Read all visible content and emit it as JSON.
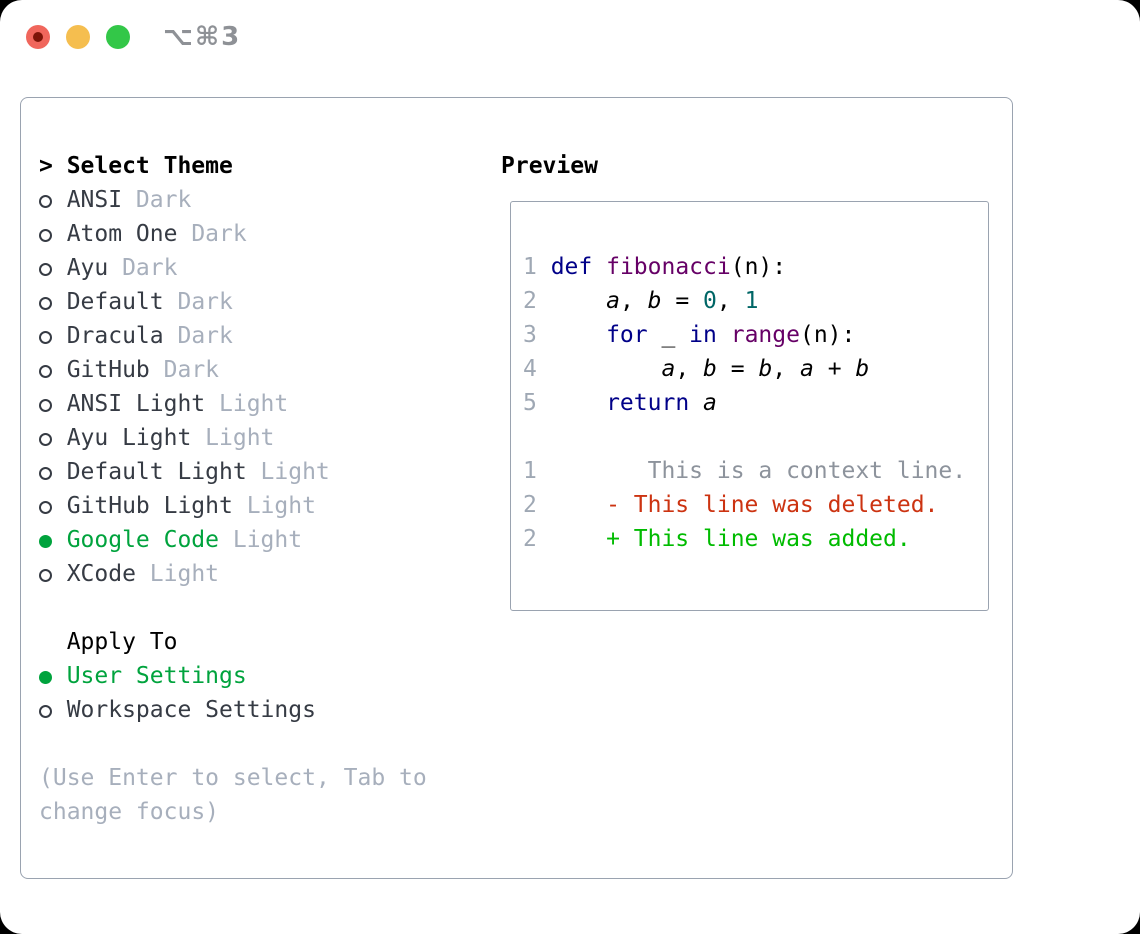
{
  "window": {
    "title": "⌥⌘3"
  },
  "colors": {
    "traffic_red": "#F0665C",
    "traffic_red_dot": "#7D1408",
    "traffic_yellow": "#F5BE4F",
    "traffic_green": "#33C748",
    "title_gray": "#8E9196",
    "panel_border": "#9AA3B0",
    "text": "#363B44",
    "muted": "#A7AFBC",
    "selection_green": "#00A33D",
    "line_number": "#9FA8B4",
    "keyword": "#000088",
    "function": "#660066",
    "literal": "#006666",
    "code_plain": "#000000",
    "diff_context": "#8D939C",
    "diff_deleted": "#CC3311",
    "diff_added": "#00BB00"
  },
  "sidebar": {
    "prompt": ">",
    "title": "Select Theme",
    "themes": [
      {
        "name": "ANSI",
        "tag": "Dark",
        "selected": false
      },
      {
        "name": "Atom One",
        "tag": "Dark",
        "selected": false
      },
      {
        "name": "Ayu",
        "tag": "Dark",
        "selected": false
      },
      {
        "name": "Default",
        "tag": "Dark",
        "selected": false
      },
      {
        "name": "Dracula",
        "tag": "Dark",
        "selected": false
      },
      {
        "name": "GitHub",
        "tag": "Dark",
        "selected": false
      },
      {
        "name": "ANSI Light",
        "tag": "Light",
        "selected": false
      },
      {
        "name": "Ayu Light",
        "tag": "Light",
        "selected": false
      },
      {
        "name": "Default Light",
        "tag": "Light",
        "selected": false
      },
      {
        "name": "GitHub Light",
        "tag": "Light",
        "selected": false
      },
      {
        "name": "Google Code",
        "tag": "Light",
        "selected": true
      },
      {
        "name": "XCode",
        "tag": "Light",
        "selected": false
      }
    ],
    "apply_to": {
      "title": "Apply To",
      "options": [
        {
          "name": "User Settings",
          "selected": true
        },
        {
          "name": "Workspace Settings",
          "selected": false
        }
      ]
    },
    "hint": "(Use Enter to select, Tab to change focus)"
  },
  "preview": {
    "title": "Preview",
    "code_lines": [
      {
        "num": "1",
        "segments": [
          {
            "t": "def",
            "c": "kw"
          },
          {
            "t": " ",
            "c": "pl"
          },
          {
            "t": "fibonacci",
            "c": "fn"
          },
          {
            "t": "(n):",
            "c": "pl"
          }
        ]
      },
      {
        "num": "2",
        "segments": [
          {
            "t": "    ",
            "c": "pl"
          },
          {
            "t": "a",
            "c": "var"
          },
          {
            "t": ", ",
            "c": "pl"
          },
          {
            "t": "b",
            "c": "var"
          },
          {
            "t": " = ",
            "c": "pl"
          },
          {
            "t": "0",
            "c": "lit"
          },
          {
            "t": ", ",
            "c": "pl"
          },
          {
            "t": "1",
            "c": "lit"
          }
        ]
      },
      {
        "num": "3",
        "segments": [
          {
            "t": "    ",
            "c": "pl"
          },
          {
            "t": "for",
            "c": "kw"
          },
          {
            "t": " _ ",
            "c": "pl"
          },
          {
            "t": "in",
            "c": "kw"
          },
          {
            "t": " ",
            "c": "pl"
          },
          {
            "t": "range",
            "c": "fn"
          },
          {
            "t": "(n):",
            "c": "pl"
          }
        ]
      },
      {
        "num": "4",
        "segments": [
          {
            "t": "        ",
            "c": "pl"
          },
          {
            "t": "a",
            "c": "var"
          },
          {
            "t": ", ",
            "c": "pl"
          },
          {
            "t": "b",
            "c": "var"
          },
          {
            "t": " = ",
            "c": "pl"
          },
          {
            "t": "b",
            "c": "var"
          },
          {
            "t": ", ",
            "c": "pl"
          },
          {
            "t": "a",
            "c": "var"
          },
          {
            "t": " + ",
            "c": "pl"
          },
          {
            "t": "b",
            "c": "var"
          }
        ]
      },
      {
        "num": "5",
        "segments": [
          {
            "t": "    ",
            "c": "pl"
          },
          {
            "t": "return",
            "c": "kw"
          },
          {
            "t": " ",
            "c": "pl"
          },
          {
            "t": "a",
            "c": "var"
          }
        ]
      }
    ],
    "diff_lines": [
      {
        "num": "1",
        "type": "context",
        "text": "       This is a context line."
      },
      {
        "num": "2",
        "type": "deleted",
        "text": "    - This line was deleted."
      },
      {
        "num": "2",
        "type": "added",
        "text": "    + This line was added."
      }
    ]
  }
}
